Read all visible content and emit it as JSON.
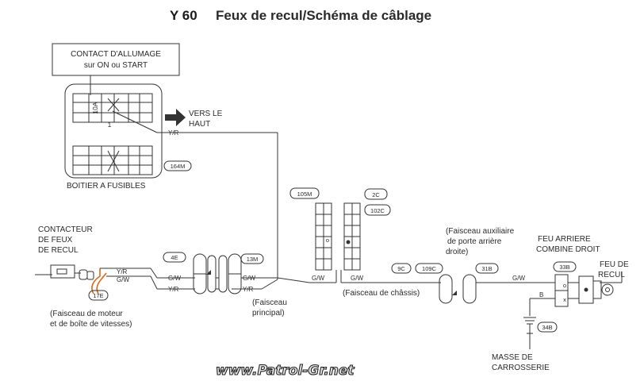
{
  "title": {
    "code": "Y 60",
    "text": "Feux de recul/Schéma de câblage"
  },
  "ignition": {
    "line1": "CONTACT D'ALLUMAGE",
    "line2": "sur ON ou START"
  },
  "fusebox": {
    "label": "BOITIER A FUSIBLES",
    "fuse_rating": "10A",
    "fuse_num": "1",
    "connector": "164M"
  },
  "upward": {
    "line1": "VERS LE",
    "line2": "HAUT"
  },
  "reverse_switch": {
    "line1": "CONTACTEUR",
    "line2": "DE FEUX",
    "line3": "DE RECUL",
    "connector": "17E"
  },
  "engine_harness": {
    "line1": "(Faisceau de moteur",
    "line2": "et de boîte de vitesses)"
  },
  "main_harness": {
    "line1": "(Faisceau",
    "line2": "principal)"
  },
  "chassis_harness": {
    "label": "(Faisceau de châssis)"
  },
  "aux_harness": {
    "line1": "(Faisceau auxiliaire",
    "line2": "de porte arrière",
    "line3": "droite)"
  },
  "right_combo": {
    "line1": "FEU ARRIERE",
    "line2": "COMBINE DROIT"
  },
  "reverse_lamp": {
    "line1": "FEU DE",
    "line2": "RECUL"
  },
  "ground": {
    "line1": "MASSE DE",
    "line2": "CARROSSERIE",
    "connector": "34B"
  },
  "connectors": {
    "c4e": "4E",
    "c13m": "13M",
    "c105m": "105M",
    "c2c": "2C",
    "c102c": "102C",
    "c9c": "9C",
    "c109c": "109C",
    "c31b": "31B",
    "c33b": "33B"
  },
  "wires": {
    "yr": "Y/R",
    "gw": "G/W",
    "b": "B"
  },
  "pins": {
    "o": "o",
    "x": "x"
  },
  "watermark": "www.Patrol-Gr.net"
}
